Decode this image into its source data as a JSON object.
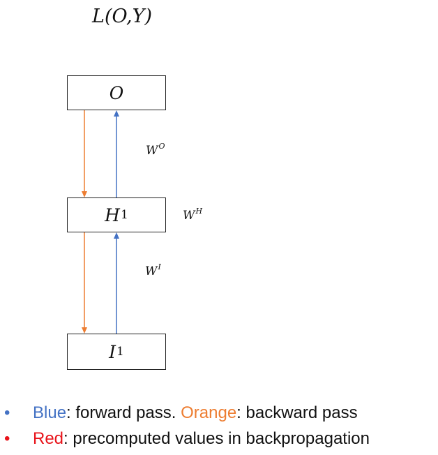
{
  "title": "L(O,Y)",
  "nodes": {
    "output": {
      "label": "O",
      "sub": ""
    },
    "hidden": {
      "label": "H",
      "sub": "1"
    },
    "input": {
      "label": "I",
      "sub": "1"
    }
  },
  "weights": {
    "output": {
      "base": "W",
      "sup": "O"
    },
    "hidden": {
      "base": "W",
      "sup": "H"
    },
    "input": {
      "base": "W",
      "sup": "I"
    }
  },
  "colors": {
    "forward": "#4472c4",
    "backward": "#ed7d31",
    "precomputed": "#e8131a"
  },
  "legend": [
    {
      "bullet": "•",
      "parts": [
        {
          "text": "Blue",
          "color": "blue"
        },
        {
          "text": ": forward pass. ",
          "color": "default"
        },
        {
          "text": "Orange",
          "color": "orange"
        },
        {
          "text": ": backward pass",
          "color": "default"
        }
      ]
    },
    {
      "bullet": "•",
      "parts": [
        {
          "text": "Red",
          "color": "red"
        },
        {
          "text": ": precomputed values in backpropagation",
          "color": "default"
        }
      ]
    }
  ]
}
